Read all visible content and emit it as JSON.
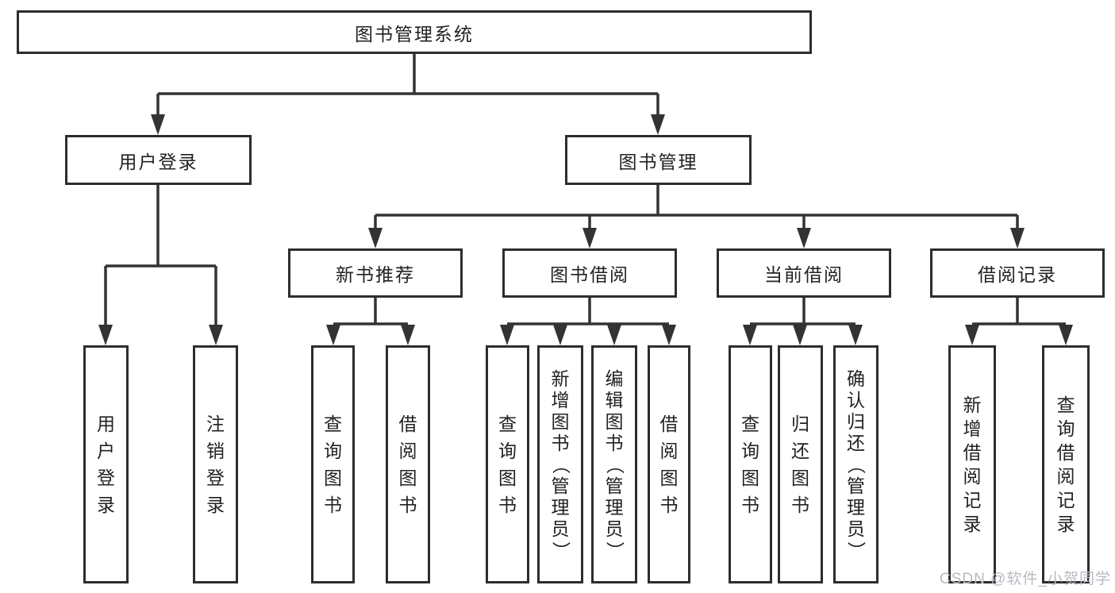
{
  "tree": {
    "root": "图书管理系统",
    "user_login": {
      "label": "用户登录",
      "children": [
        "用户登录",
        "注销登录"
      ]
    },
    "book_mgmt": {
      "label": "图书管理",
      "new_books": {
        "label": "新书推荐",
        "children": [
          "查询图书",
          "借阅图书"
        ]
      },
      "borrow": {
        "label": "图书借阅",
        "children": [
          "查询图书",
          "新增图书（管理员）",
          "编辑图书（管理员）",
          "借阅图书"
        ]
      },
      "current": {
        "label": "当前借阅",
        "children": [
          "查询图书",
          "归还图书",
          "确认归还（管理员）"
        ]
      },
      "records": {
        "label": "借阅记录",
        "children": [
          "新增借阅记录",
          "查询借阅记录"
        ]
      }
    }
  },
  "watermark": {
    "text": "CSDN @软件_小贺同学",
    "color": "#b7bac1"
  },
  "colors": {
    "background": "#ffffff",
    "line": "#333333",
    "box_border": "#2d2d2d",
    "text": "#222222"
  }
}
